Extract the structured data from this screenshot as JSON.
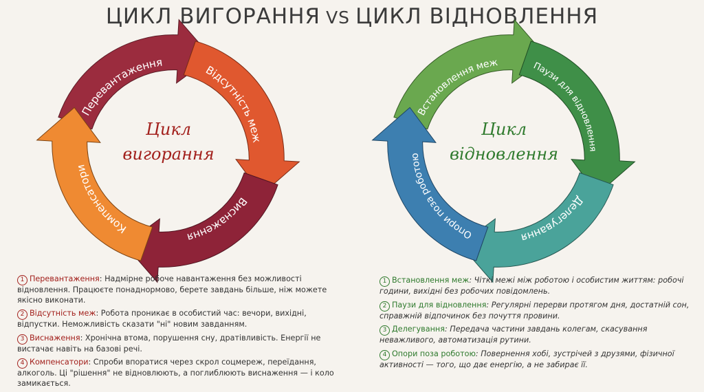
{
  "title": {
    "left": "ЦИКЛ ВИГОРАННЯ",
    "vs": "VS",
    "right": "ЦИКЛ ВІДНОВЛЕННЯ"
  },
  "burnout": {
    "center_line1": "Цикл",
    "center_line2": "вигорання",
    "arrows": [
      {
        "label": "Перевантаження",
        "color": "#9b2c3e"
      },
      {
        "label": "Відсутність меж",
        "color": "#e0582f"
      },
      {
        "label": "Виснаження",
        "color": "#8e2338"
      },
      {
        "label": "Компенсатори",
        "color": "#ef8a32"
      }
    ],
    "center_color": "#a2201c",
    "legend": [
      {
        "num": "1",
        "term": "Перевантаження",
        "desc": ": Надмірне робоче навантаження без можливості відновлення. Працюєте понаднормово, берете завдань більше, ніж можете якісно виконати."
      },
      {
        "num": "2",
        "term": "Відсутність меж",
        "desc": ": Робота проникає в особистий час: вечори, вихідні, відпустки. Неможливість сказати \"ні\" новим завданням."
      },
      {
        "num": "3",
        "term": "Виснаження",
        "desc": ": Хронічна втома, порушення сну, дратівливість. Енергії не вистачає навіть на базові речі."
      },
      {
        "num": "4",
        "term": "Компенсатори",
        "desc": ": Спроби впоратися через скрол соцмереж, переїдання, алкоголь. Ці \"рішення\" не відновлюють, а поглиблюють виснаження — і коло замикається."
      }
    ]
  },
  "recovery": {
    "center_line1": "Цикл",
    "center_line2": "відновлення",
    "arrows": [
      {
        "label": "Встановлення меж",
        "color": "#6aa84f"
      },
      {
        "label": "Паузи для відновлення",
        "color": "#3f8f48"
      },
      {
        "label": "Делегування",
        "color": "#4aa39a"
      },
      {
        "label": "Опори поза роботою",
        "color": "#3d7fb0"
      }
    ],
    "center_color": "#2f7a2d",
    "legend": [
      {
        "num": "1",
        "term": "Встановлення меж",
        "desc": ": Чіткі межі між роботою і особистим життям: робочі години, вихідні без робочих повідомлень."
      },
      {
        "num": "2",
        "term": "Паузи для відновлення",
        "desc": ": Регулярні перерви протягом дня, достатній сон, справжній відпочинок без почуття провини."
      },
      {
        "num": "3",
        "term": "Делегування",
        "desc": ": Передача частини завдань колегам, скасування неважливого, автоматизація рутини."
      },
      {
        "num": "4",
        "term": "Опори поза роботою",
        "desc": ": Повернення хобі, зустрічей з друзями, фізичної активності — того, що дає енергію, а не забирає її."
      }
    ]
  }
}
